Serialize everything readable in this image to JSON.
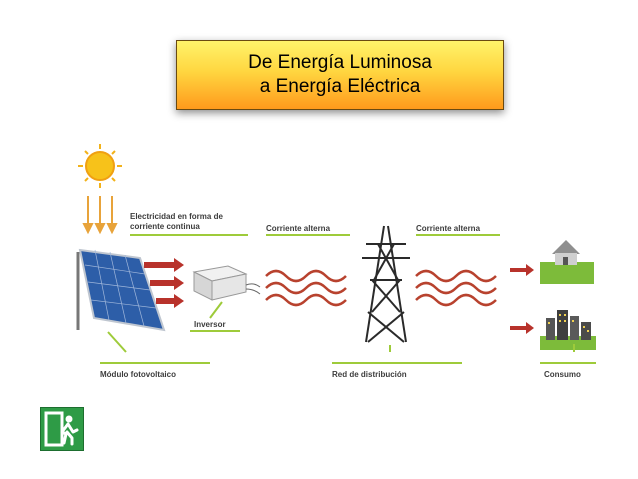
{
  "title": {
    "line1": "De Energía Luminosa",
    "line2": "a Energía Eléctrica"
  },
  "labels": {
    "dc": [
      "Electricidad en forma de",
      "corriente continua"
    ],
    "ac1": "Corriente alterna",
    "ac2": "Corriente alterna",
    "inverter": "Inversor",
    "module": "Módulo fotovoltaico",
    "grid": "Red de distribución",
    "consumption": "Consumo"
  },
  "icons": {
    "sun": "sun-icon",
    "panel": "solar-panel-icon",
    "inverter": "inverter-box-icon",
    "tower": "transmission-tower-icon",
    "house": "house-icon",
    "city": "city-buildings-icon",
    "exit": "exit-icon"
  },
  "colors": {
    "title_top": "#fff36a",
    "title_bottom": "#ff9a1c",
    "arrow_red": "#b8322b",
    "underline_green": "#9ecb3a",
    "exit_green": "#2e9b46"
  }
}
